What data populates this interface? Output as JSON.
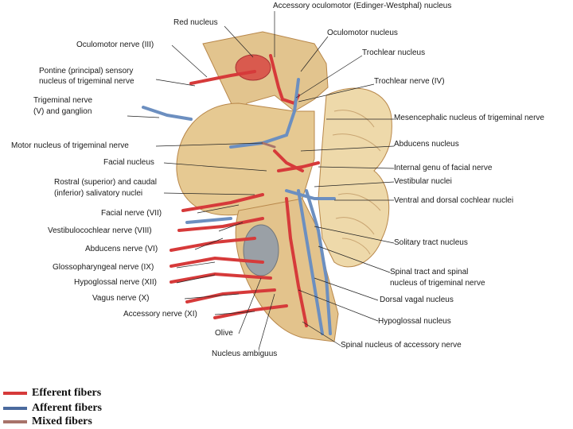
{
  "labels_left": {
    "oculomotor_nerve": "Oculomotor nerve (III)",
    "pontine_sensory_1": "Pontine (principal) sensory",
    "pontine_sensory_2": "nucleus of trigeminal nerve",
    "trigeminal_nerve_1": "Trigeminal nerve",
    "trigeminal_nerve_2": "(V) and ganglion",
    "motor_nucleus_trigeminal": "Motor nucleus of trigeminal nerve",
    "facial_nucleus": "Facial nucleus",
    "salivatory_1": "Rostral (superior) and caudal",
    "salivatory_2": "(inferior) salivatory nuclei",
    "facial_nerve": "Facial nerve (VII)",
    "vestibulocochlear_nerve": "Vestibulocochlear nerve (VIII)",
    "abducens_nerve": "Abducens nerve (VI)",
    "glossopharyngeal_nerve": "Glossopharyngeal nerve (IX)",
    "hypoglossal_nerve": "Hypoglossal nerve (XII)",
    "vagus_nerve": "Vagus nerve (X)",
    "accessory_nerve": "Accessory nerve (XI)",
    "olive": "Olive",
    "nucleus_ambiguus": "Nucleus ambiguus"
  },
  "labels_right": {
    "red_nucleus": "Red nucleus",
    "accessory_oculomotor": "Accessory oculomotor (Edinger-Westphal) nucleus",
    "oculomotor_nucleus": "Oculomotor nucleus",
    "trochlear_nucleus": "Trochlear nucleus",
    "trochlear_nerve": "Trochlear nerve (IV)",
    "mesencephalic_nucleus": "Mesencephalic nucleus of trigeminal nerve",
    "abducens_nucleus": "Abducens nucleus",
    "internal_genu": "Internal genu of facial nerve",
    "vestibular_nuclei": "Vestibular nuclei",
    "cochlear_nuclei": "Ventral and dorsal cochlear nuclei",
    "solitary_tract": "Solitary tract nucleus",
    "spinal_tract_1": "Spinal tract and spinal",
    "spinal_tract_2": "nucleus of trigeminal nerve",
    "dorsal_vagal": "Dorsal vagal nucleus",
    "hypoglossal_nucleus": "Hypoglossal nucleus",
    "spinal_accessory": "Spinal nucleus of accessory nerve"
  },
  "legend": [
    {
      "label": "Efferent fibers",
      "color": "#d63a3a"
    },
    {
      "label": "Afferent fibers",
      "color": "#4b6a9e"
    },
    {
      "label": "Mixed fibers",
      "color": "#a8736a"
    }
  ],
  "colors": {
    "brainstem": "#e2c48e",
    "brainstem_dark": "#c79a5a",
    "cerebellum": "#eed9aa",
    "efferent": "#d63a3a",
    "afferent": "#6c8fc0",
    "olive": "#9aa0a6"
  }
}
